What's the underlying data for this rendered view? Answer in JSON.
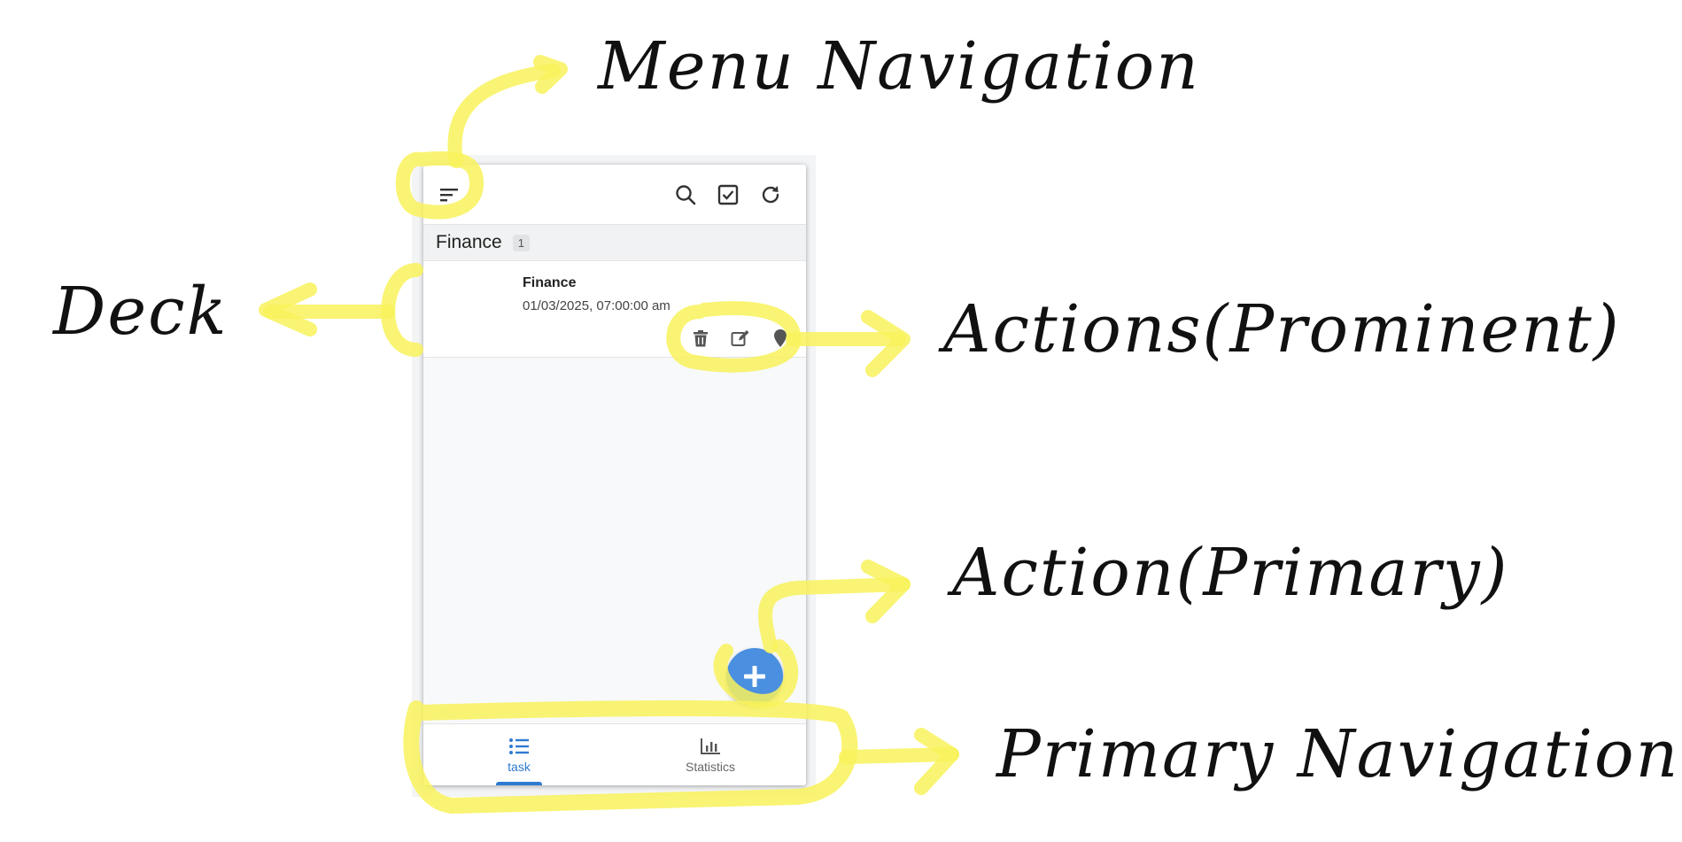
{
  "annotations": {
    "menu_navigation": "Menu Navigation",
    "deck": "Deck",
    "actions_prominent": "Actions(Prominent)",
    "action_primary": "Action(Primary)",
    "primary_navigation": "Primary Navigation",
    "highlight_color": "#f8f25a"
  },
  "appbar": {
    "menu_icon": "sort-lines-icon",
    "actions": [
      {
        "icon": "search-icon"
      },
      {
        "icon": "checkbox-icon"
      },
      {
        "icon": "refresh-icon"
      }
    ]
  },
  "deck": {
    "title": "Finance",
    "count": "1",
    "cards": [
      {
        "title": "Finance",
        "date": "01/03/2025, 07:00:00 am",
        "actions": [
          {
            "icon": "trash-icon"
          },
          {
            "icon": "edit-icon"
          },
          {
            "icon": "location-pin-icon"
          }
        ]
      }
    ]
  },
  "fab": {
    "icon": "plus-icon",
    "color": "#4a8fe0"
  },
  "bottom_nav": {
    "accent": "#2f7ad1",
    "items": [
      {
        "label": "task",
        "icon": "list-icon",
        "active": true
      },
      {
        "label": "Statistics",
        "icon": "bar-chart-icon",
        "active": false
      }
    ]
  }
}
